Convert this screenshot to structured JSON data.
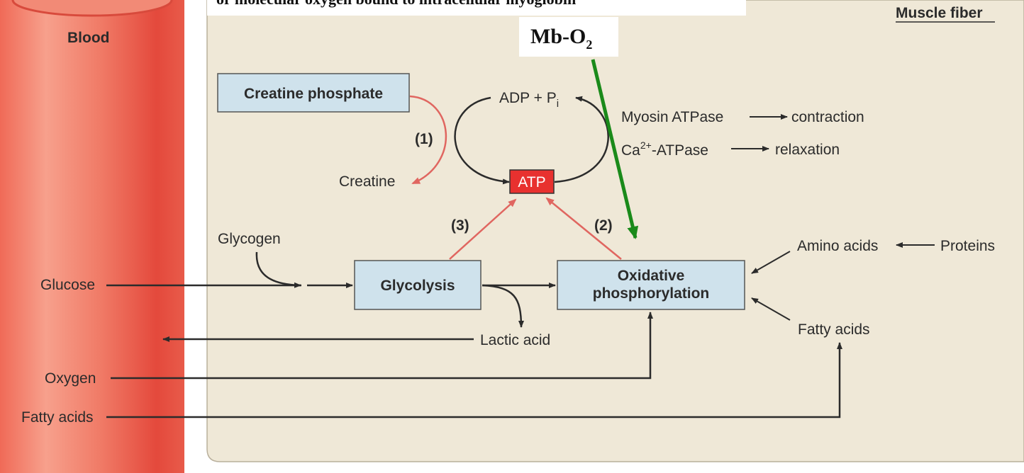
{
  "caption_top": "or molecular oxygen bound to intracellular myoglobin",
  "muscle_fiber_label": "Muscle fiber",
  "blood_label": "Blood",
  "mb_o2": {
    "main": "Mb-O",
    "sub": "2"
  },
  "boxes": {
    "creatine_phosphate": "Creatine phosphate",
    "atp": "ATP",
    "glycolysis": "Glycolysis",
    "oxphos_line1": "Oxidative",
    "oxphos_line2": "phosphorylation"
  },
  "labels": {
    "adp": "ADP + P",
    "adp_sub": "i",
    "creatine": "Creatine",
    "step1": "(1)",
    "step2": "(2)",
    "step3": "(3)",
    "myosin_atpase": "Myosin ATPase",
    "contraction": "contraction",
    "ca_prefix": "Ca",
    "ca_sup": "2+",
    "ca_suffix": "-ATPase",
    "relaxation": "relaxation",
    "glycogen": "Glycogen",
    "lactic_acid": "Lactic acid",
    "amino_acids": "Amino acids",
    "proteins": "Proteins",
    "fatty_acids_right": "Fatty acids",
    "glucose": "Glucose",
    "oxygen": "Oxygen",
    "fatty_acids_left": "Fatty acids"
  },
  "colors": {
    "blood_vessel": "#ec5b4b",
    "fiber_bg": "#efe8d7",
    "box_fill": "#cfe2ec",
    "atp_fill": "#e8312f",
    "red_arrow": "#e06660",
    "green_arrow": "#1a8a1a",
    "dark_arrow": "#2b2b2b"
  }
}
